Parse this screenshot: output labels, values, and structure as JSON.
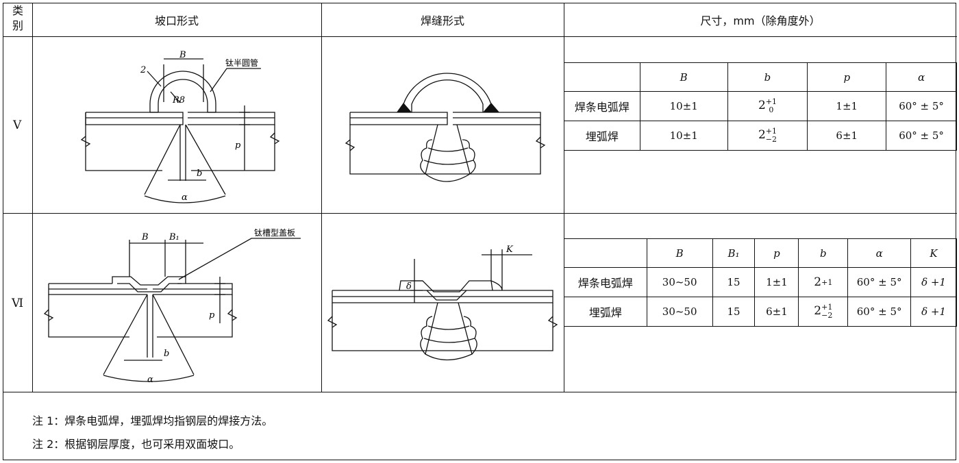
{
  "header": {
    "category": "类别",
    "groove_form": "坡口形式",
    "weld_form": "焊缝形式",
    "dimensions": "尺寸，mm（除角度外）"
  },
  "rows": [
    {
      "numeral": "Ⅴ",
      "groove_labels": {
        "B": "B",
        "radius": "R8",
        "thickness": "2",
        "part": "钛半圆管",
        "p": "p",
        "b": "b",
        "alpha": "α"
      },
      "table": {
        "headers": [
          "B",
          "b",
          "p",
          "α"
        ],
        "rows": [
          {
            "method": "焊条电弧焊",
            "B": "10±1",
            "b_base": "2",
            "b_sup": "+1",
            "b_sub": "0",
            "p": "1±1",
            "alpha": "60° ± 5°"
          },
          {
            "method": "埋弧焊",
            "B": "10±1",
            "b_base": "2",
            "b_sup": "+1",
            "b_sub": "−2",
            "p": "6±1",
            "alpha": "60° ± 5°"
          }
        ]
      }
    },
    {
      "numeral": "Ⅵ",
      "groove_labels": {
        "B": "B",
        "B1": "B₁",
        "part": "钛槽型盖板",
        "p": "p",
        "b": "b",
        "alpha": "α"
      },
      "weld_labels": {
        "K": "K",
        "delta": "δ"
      },
      "table": {
        "headers": [
          "B",
          "B₁",
          "p",
          "b",
          "α",
          "K"
        ],
        "rows": [
          {
            "method": "焊条电弧焊",
            "B": "30~50",
            "B1": "15",
            "p": "1±1",
            "b_base": "2",
            "b_sup": "+1",
            "b_sub": "",
            "alpha": "60° ± 5°",
            "K": "δ +1"
          },
          {
            "method": "埋弧焊",
            "B": "30~50",
            "B1": "15",
            "p": "6±1",
            "b_base": "2",
            "b_sup": "+1",
            "b_sub": "−2",
            "alpha": "60° ± 5°",
            "K": "δ +1"
          }
        ]
      }
    }
  ],
  "notes": [
    "注 1：焊条电弧焊，埋弧焊均指钢层的焊接方法。",
    "注 2：根据钢层厚度，也可采用双面坡口。"
  ]
}
